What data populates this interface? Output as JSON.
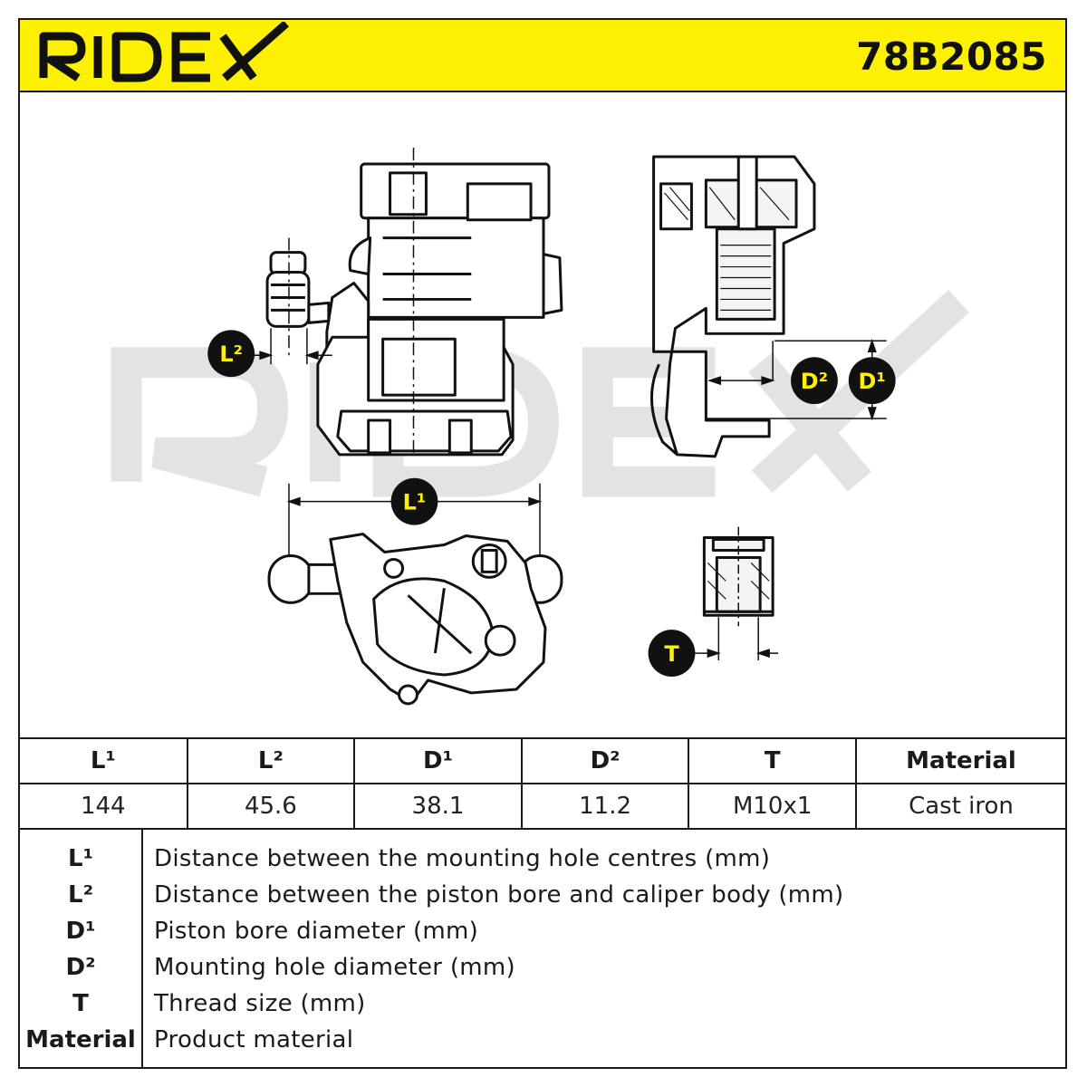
{
  "brand": {
    "logo_text": "RIDEX",
    "part_number": "78B2085",
    "accent_color": "#fdf001"
  },
  "labels": {
    "l1": "L¹",
    "l2": "L²",
    "d1": "D¹",
    "d2": "D²",
    "t": "T"
  },
  "spec_table": {
    "headers": [
      "L¹",
      "L²",
      "D¹",
      "D²",
      "T",
      "Material"
    ],
    "values": [
      "144",
      "45.6",
      "38.1",
      "11.2",
      "M10x1",
      "Cast iron"
    ]
  },
  "legend": [
    {
      "key": "L¹",
      "desc": "Distance between the mounting hole centres (mm)"
    },
    {
      "key": "L²",
      "desc": "Distance between the piston bore and caliper body (mm)"
    },
    {
      "key": "D¹",
      "desc": "Piston bore diameter (mm)"
    },
    {
      "key": "D²",
      "desc": "Mounting hole diameter (mm)"
    },
    {
      "key": "T",
      "desc": "Thread size (mm)"
    },
    {
      "key": "Material",
      "desc": "Product material"
    }
  ]
}
